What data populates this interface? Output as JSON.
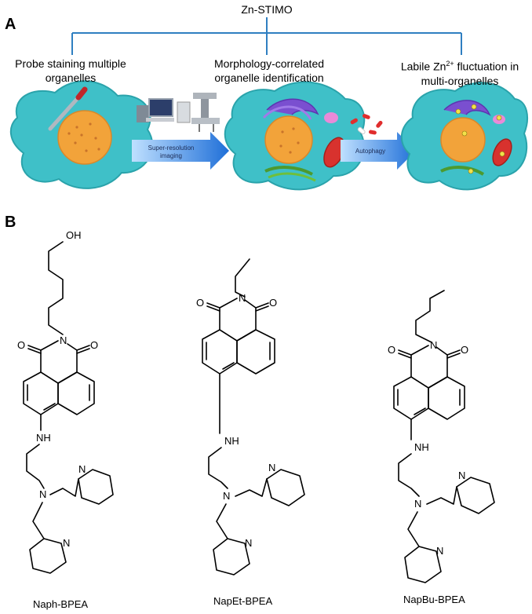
{
  "panel_a": {
    "letter": "A",
    "title": "Zn-STIMO",
    "step1": "Probe  staining multiple organelles",
    "step2": "Morphology-correlated organelle identification",
    "step3_prefix": "Labile Zn",
    "step3_sup": "2+",
    "step3_suffix": " fluctuation in multi-organelles",
    "arrow1_label": "Super-resolution imaging",
    "arrow2_label": "Autophagy",
    "colors": {
      "tree": "#2f7fc1",
      "cell": "#3fc0c8",
      "nucleus": "#f2a33a",
      "arrow": "#1f6fd8"
    }
  },
  "panel_b": {
    "letter": "B",
    "molecules": [
      {
        "name": "Naph-BPEA"
      },
      {
        "name": "NapEt-BPEA"
      },
      {
        "name": "NapBu-BPEA"
      }
    ],
    "atoms": {
      "oh": "OH",
      "o": "O",
      "n": "N",
      "nh": "NH"
    }
  }
}
